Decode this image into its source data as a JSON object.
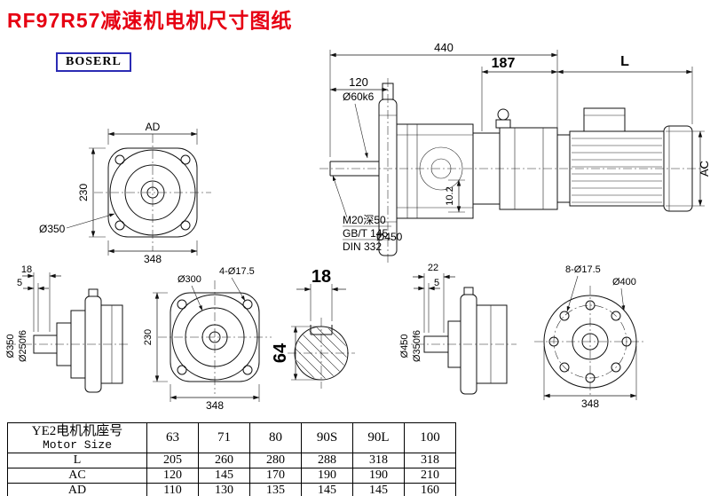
{
  "title": "RF97R57减速机电机尺寸图纸",
  "brand": "BOSERL",
  "colors": {
    "title_red": "#e60012",
    "brand_border": "#2b2bb4"
  },
  "views": {
    "flange_front": {
      "ad": "AD",
      "h230": "230",
      "dia350": "Ø350",
      "w348": "348"
    },
    "assembly": {
      "w440": "440",
      "w120": "120",
      "w187": "187",
      "len_l": "L",
      "shaft_dia": "Ø60k6",
      "ac": "AC",
      "key_depth": "10.2",
      "tap": "M20深50",
      "std1": "GB/T 145",
      "std2": "DIN 332",
      "dia450": "Ø450"
    },
    "side_left": {
      "w18": "18",
      "w5": "5",
      "dia350": "Ø350",
      "dia250": "Ø250f6"
    },
    "flange_300": {
      "holes": "4-Ø17.5",
      "dia300": "Ø300",
      "h230": "230",
      "w348": "348"
    },
    "shaft_section": {
      "key_w": "18",
      "dia": "64"
    },
    "side_right": {
      "w22": "22",
      "w5": "5",
      "dia450": "Ø450",
      "dia350": "Ø350f6"
    },
    "flange_400": {
      "holes": "8-Ø17.5",
      "dia400": "Ø400",
      "w348": "348"
    }
  },
  "table": {
    "motor_label_cn": "YE2电机机座号",
    "motor_label_en": "Motor Size",
    "sizes": [
      "63",
      "71",
      "80",
      "90S",
      "90L",
      "100"
    ],
    "rows": [
      {
        "label": "L",
        "values": [
          "205",
          "260",
          "280",
          "288",
          "318",
          "318"
        ]
      },
      {
        "label": "AC",
        "values": [
          "120",
          "145",
          "170",
          "190",
          "190",
          "210"
        ]
      },
      {
        "label": "AD",
        "values": [
          "110",
          "130",
          "135",
          "145",
          "145",
          "160"
        ]
      }
    ]
  }
}
